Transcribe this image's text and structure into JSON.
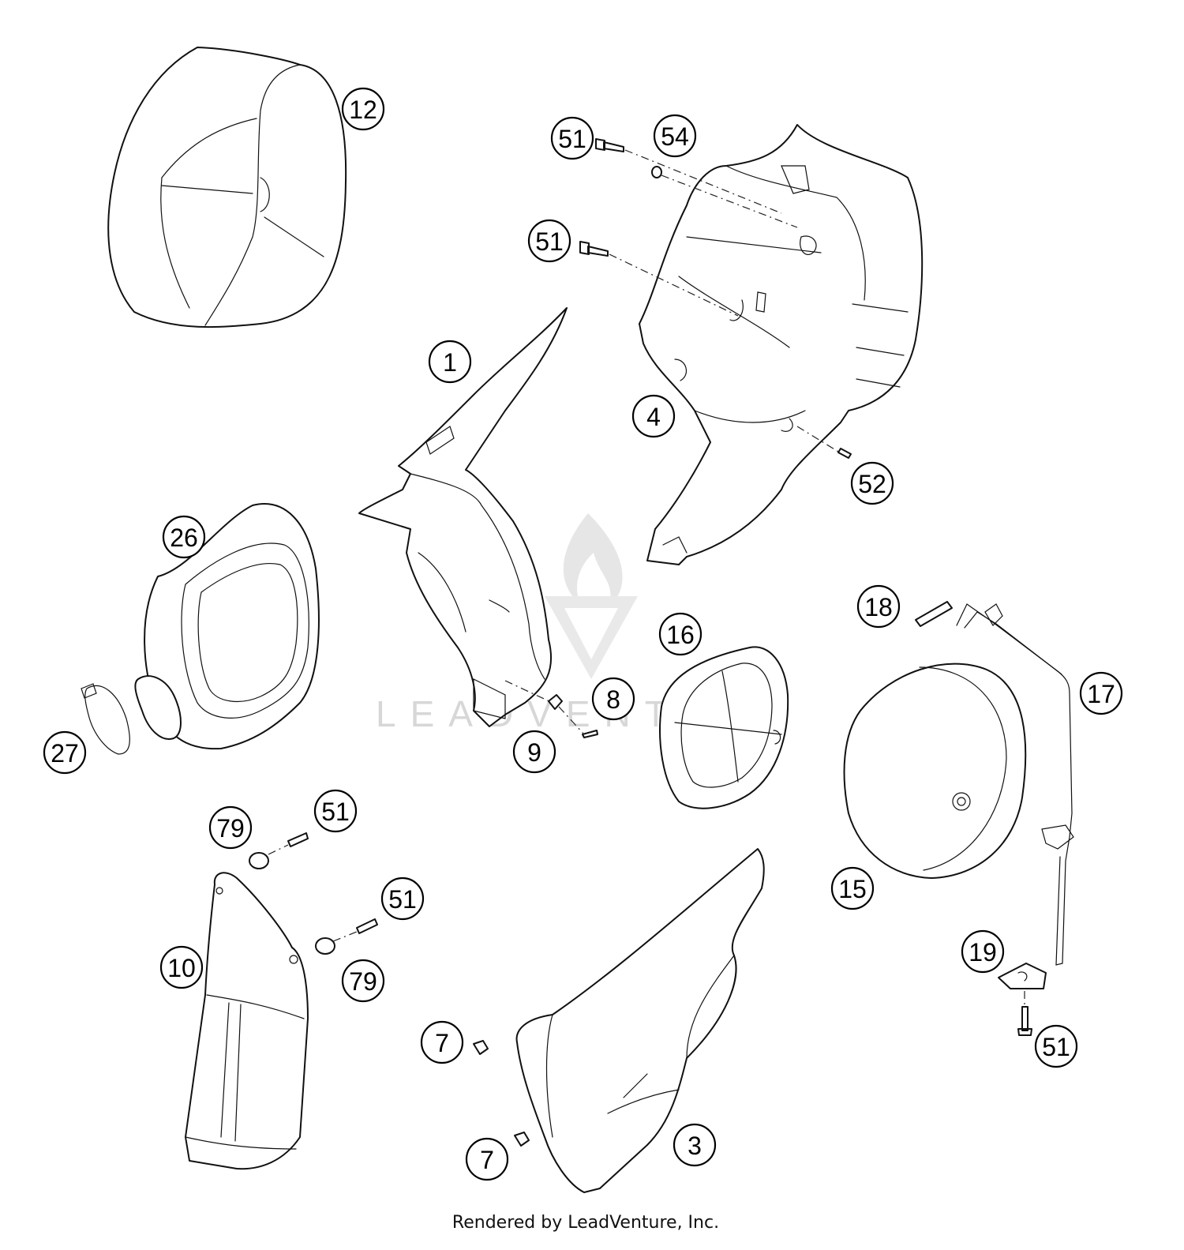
{
  "diagram": {
    "callouts": [
      {
        "id": "c-12",
        "label": "12"
      },
      {
        "id": "c-51-top",
        "label": "51"
      },
      {
        "id": "c-54",
        "label": "54"
      },
      {
        "id": "c-51-mid",
        "label": "51"
      },
      {
        "id": "c-1",
        "label": "1"
      },
      {
        "id": "c-4",
        "label": "4"
      },
      {
        "id": "c-52",
        "label": "52"
      },
      {
        "id": "c-26",
        "label": "26"
      },
      {
        "id": "c-18",
        "label": "18"
      },
      {
        "id": "c-16",
        "label": "16"
      },
      {
        "id": "c-17",
        "label": "17"
      },
      {
        "id": "c-8",
        "label": "8"
      },
      {
        "id": "c-9",
        "label": "9"
      },
      {
        "id": "c-27",
        "label": "27"
      },
      {
        "id": "c-79-top",
        "label": "79"
      },
      {
        "id": "c-51-low1",
        "label": "51"
      },
      {
        "id": "c-51-low2",
        "label": "51"
      },
      {
        "id": "c-79-low",
        "label": "79"
      },
      {
        "id": "c-10",
        "label": "10"
      },
      {
        "id": "c-15",
        "label": "15"
      },
      {
        "id": "c-19",
        "label": "19"
      },
      {
        "id": "c-51-right",
        "label": "51"
      },
      {
        "id": "c-7-top",
        "label": "7"
      },
      {
        "id": "c-7-low",
        "label": "7"
      },
      {
        "id": "c-3",
        "label": "3"
      }
    ],
    "watermark": "LEADVENTURE",
    "footer": "Rendered by LeadVenture, Inc."
  }
}
